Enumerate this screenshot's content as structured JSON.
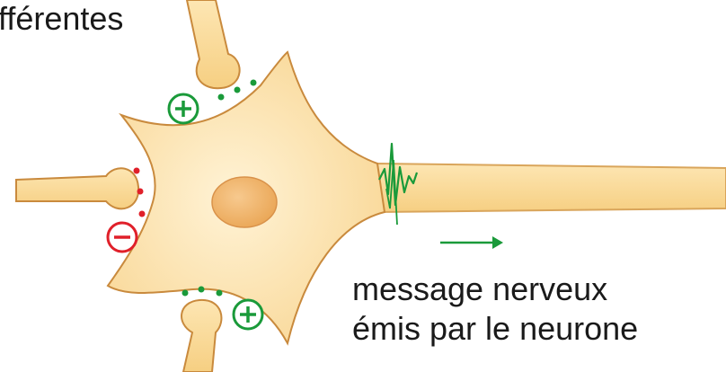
{
  "labels": {
    "top_partial": "fférentes",
    "message_line1": "message nerveux",
    "message_line2": "émis par le neurone"
  },
  "signs": {
    "excitatory": "+",
    "inhibitory": "−"
  },
  "colors": {
    "neuron_fill": "#fde3ad",
    "neuron_stroke": "#c98a3d",
    "nucleus": "#f2b66b",
    "excitatory": "#1a9a3a",
    "inhibitory": "#e0202a",
    "signal": "#1a9a3a",
    "text": "#1a1a1a"
  },
  "icons": [
    "plus-circle-icon",
    "minus-circle-icon",
    "arrow-right-icon",
    "action-potential-spike-icon"
  ]
}
